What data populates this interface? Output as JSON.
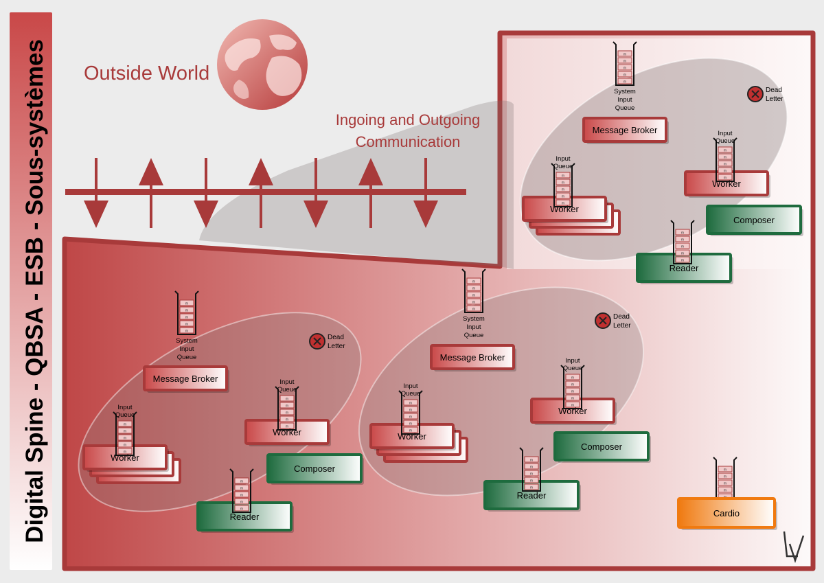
{
  "side_title": "Digital Spine - QBSA - ESB - Sous-systèmes",
  "outside_world": "Outside World",
  "communication": {
    "line1": "Ingoing and Outgoing",
    "line2": "Communication"
  },
  "queue_item_label": "m",
  "labels": {
    "system_input_queue": [
      "System",
      "Input",
      "Queue"
    ],
    "input_queue": [
      "Input",
      "Queue"
    ],
    "dead_letter": [
      "Dead",
      "Letter"
    ],
    "message_broker": "Message Broker",
    "worker": "Worker",
    "composer": "Composer",
    "reader": "Reader",
    "cardio": "Cardio"
  },
  "signature": "LV",
  "colors": {
    "primary": "#a83a3a",
    "green": "#1e6b3e",
    "orange": "#f07a10",
    "background": "#ececec"
  },
  "arrows": [
    "down",
    "up",
    "down",
    "up",
    "down",
    "up",
    "down"
  ]
}
